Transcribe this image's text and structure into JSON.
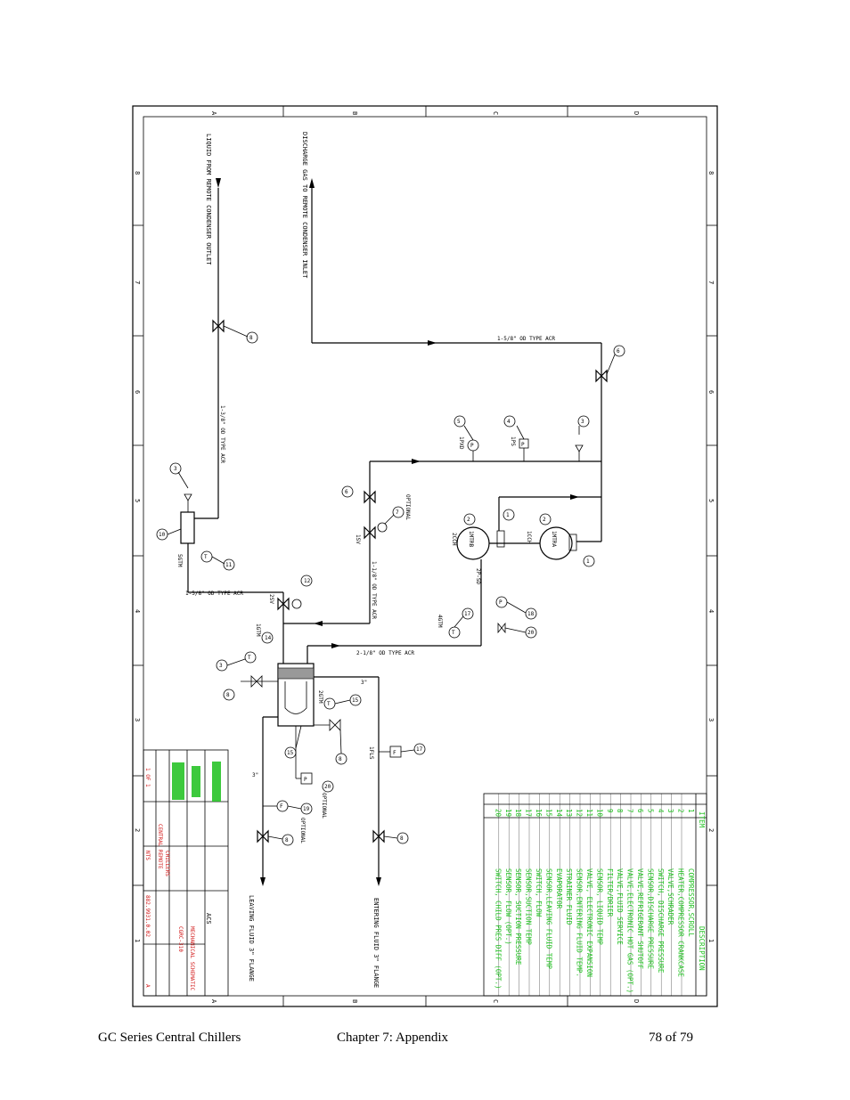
{
  "footer": {
    "left": "GC Series Central Chillers",
    "center": "Chapter 7: Appendix",
    "right": "78 of 79"
  },
  "border": {
    "zones_letters": [
      "A",
      "B",
      "C",
      "D"
    ],
    "zones_numbers": [
      "8",
      "7",
      "6",
      "5",
      "4",
      "3",
      "2",
      "1"
    ]
  },
  "connections": {
    "liquid_from": "LIQUID FROM REMOTE CONDENSER OUTLET",
    "discharge_to": "DISCHARGE GAS TO REMOTE CONDENSER INLET",
    "entering_fluid": "ENTERING FLUID 3\" FLANGE",
    "leaving_fluid": "LEAVING FLUID 3\" FLANGE"
  },
  "pipe_labels": {
    "discharge_line": "1-5/8\" OD TYPE ACR",
    "liquid_line": "1-3/8\" OD TYPE ACR",
    "liquid_branch": "1-5/8\" OD TYPE ACR",
    "injection_line": "1-1/8\" OD TYPE ACR",
    "suction_line": "2-1/8\" OD TYPE ACR",
    "three_inch_a": "3\"",
    "three_inch_b": "3\"",
    "optional_a": "OPTIONAL",
    "optional_b": "OPTIONAL",
    "optional_c": "OPTIONAL"
  },
  "component_tags": {
    "mtr_a": "1MTRA",
    "mtr_b": "1MTRB",
    "crank_a": "1CCH",
    "crank_b": "2CCH",
    "hpd": "1PXD",
    "hps": "1PS",
    "sd": "2P-SD",
    "tm4": "4GTM",
    "tm2": "2GTM",
    "tm1": "1GTM",
    "tm5": "5GTM",
    "sv": "2SV",
    "sv1": "1SV",
    "fs": "1FLS"
  },
  "item_table": {
    "header_item": "ITEM",
    "header_description": "DESCRIPTION",
    "rows": [
      {
        "item": "1",
        "description": "COMPRESSOR,SCROLL"
      },
      {
        "item": "2",
        "description": "HEATER,COMPRESSOR CRANKCASE"
      },
      {
        "item": "3",
        "description": "VALVE,SCHRADER"
      },
      {
        "item": "4",
        "description": "SWITCH, DISCHARGE PRESSURE"
      },
      {
        "item": "5",
        "description": "SENSOR,DISCHARGE PRESSURE"
      },
      {
        "item": "6",
        "description": "VALVE,REFRIGERANT SHUTOFF"
      },
      {
        "item": "7",
        "description": "VALVE,ELECTRONIC HOT GAS (OPT.)"
      },
      {
        "item": "8",
        "description": "VALVE,FLUID SERVICE"
      },
      {
        "item": "9",
        "description": "FILTER/DRIER"
      },
      {
        "item": "10",
        "description": "SENSOR, LIQUID TEMP"
      },
      {
        "item": "11",
        "description": "VALVE, ELECTRONIC EXPANSION"
      },
      {
        "item": "12",
        "description": "SENSOR,ENTERING FLUID TEMP."
      },
      {
        "item": "13",
        "description": "STRAINER FLUID"
      },
      {
        "item": "14",
        "description": "EVAPORATOR"
      },
      {
        "item": "15",
        "description": "SENSOR,LEAVING FLUID TEMP"
      },
      {
        "item": "16",
        "description": "SWITCH, FLOW"
      },
      {
        "item": "17",
        "description": "SENSOR,SUCTION TEMP"
      },
      {
        "item": "18",
        "description": "SENSOR, SUCTION PRESSURE"
      },
      {
        "item": "19",
        "description": "SENSOR, FLOW (OPT.)"
      },
      {
        "item": "20",
        "description": "SWITCH, CHILD PRES DIFF (OPT.)"
      }
    ]
  },
  "title_block": {
    "company": "ACS",
    "title": "MECHANICAL SCHEMATIC",
    "model": "CGRC-310",
    "category_1": "CENTRAL REMOTE",
    "category_2": "CHILLERS",
    "scale": "NTS",
    "dwg_no": "882.9931.0.02",
    "sheet": "1 OF 1",
    "rev": "A",
    "rev_col": "A"
  },
  "colors": {
    "ink": "#000000",
    "table_text": "#1bbf1b",
    "title_red": "#d21a1a"
  }
}
